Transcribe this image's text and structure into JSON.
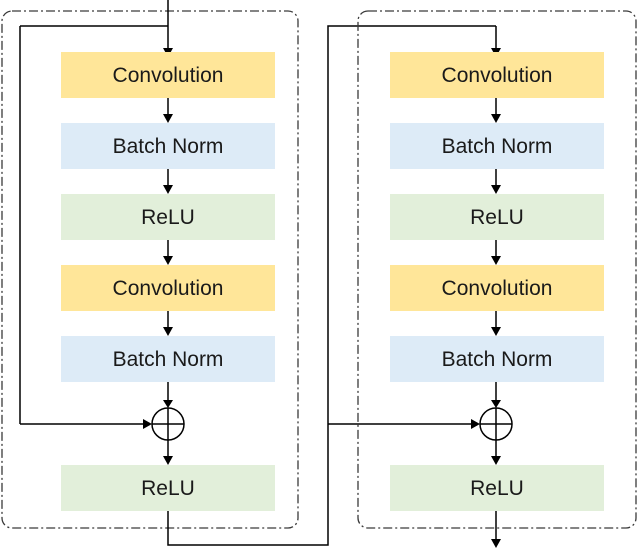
{
  "blocks": [
    {
      "layers": [
        {
          "label": "Convolution",
          "kind": "conv"
        },
        {
          "label": "Batch Norm",
          "kind": "bn"
        },
        {
          "label": "ReLU",
          "kind": "relu"
        },
        {
          "label": "Convolution",
          "kind": "conv"
        },
        {
          "label": "Batch Norm",
          "kind": "bn"
        }
      ],
      "output": {
        "label": "ReLU",
        "kind": "relu"
      }
    },
    {
      "layers": [
        {
          "label": "Convolution",
          "kind": "conv"
        },
        {
          "label": "Batch Norm",
          "kind": "bn"
        },
        {
          "label": "ReLU",
          "kind": "relu"
        },
        {
          "label": "Convolution",
          "kind": "conv"
        },
        {
          "label": "Batch Norm",
          "kind": "bn"
        }
      ],
      "output": {
        "label": "ReLU",
        "kind": "relu"
      }
    }
  ],
  "colors": {
    "conv": "#FFE699",
    "bn": "#DDEBF7",
    "relu": "#E2EFDA"
  },
  "icons": {
    "sum": "circled-plus-icon",
    "arrow": "arrow-down-icon"
  }
}
